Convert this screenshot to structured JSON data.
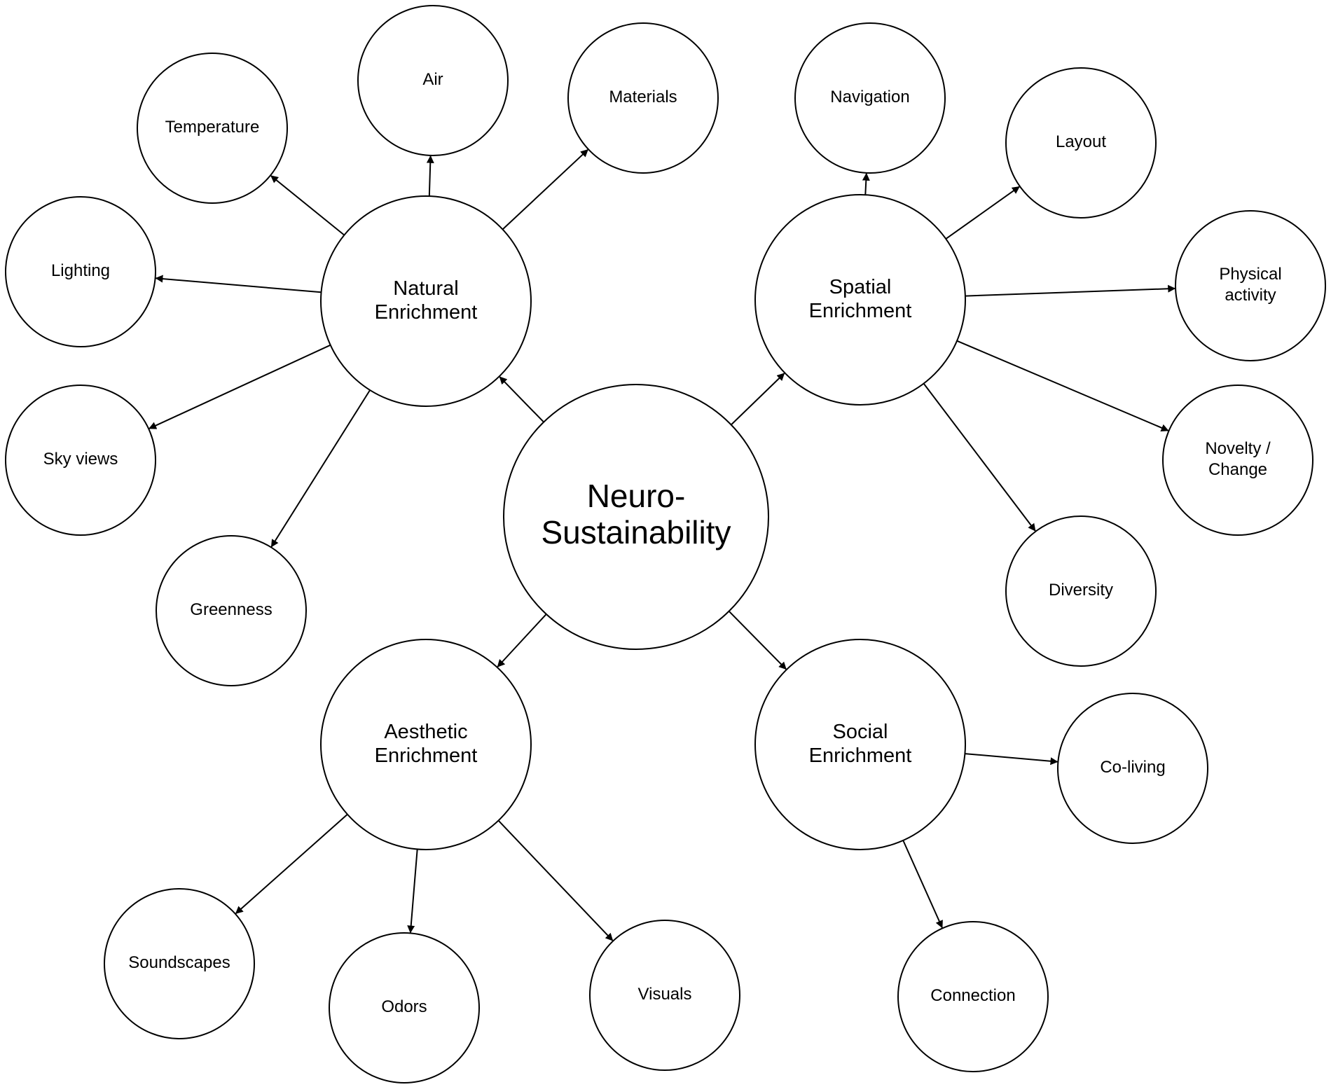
{
  "center": {
    "lines": [
      "Neuro-",
      "Sustainability"
    ]
  },
  "hubs": [
    {
      "id": "natural",
      "lines": [
        "Natural",
        "Enrichment"
      ]
    },
    {
      "id": "spatial",
      "lines": [
        "Spatial",
        "Enrichment"
      ]
    },
    {
      "id": "aesthetic",
      "lines": [
        "Aesthetic",
        "Enrichment"
      ]
    },
    {
      "id": "social",
      "lines": [
        "Social",
        "Enrichment"
      ]
    }
  ],
  "leaves": [
    {
      "id": "temperature",
      "hub": "natural",
      "lines": [
        "Temperature"
      ]
    },
    {
      "id": "air",
      "hub": "natural",
      "lines": [
        "Air"
      ]
    },
    {
      "id": "materials",
      "hub": "natural",
      "lines": [
        "Materials"
      ]
    },
    {
      "id": "lighting",
      "hub": "natural",
      "lines": [
        "Lighting"
      ]
    },
    {
      "id": "sky-views",
      "hub": "natural",
      "lines": [
        "Sky views"
      ]
    },
    {
      "id": "greenness",
      "hub": "natural",
      "lines": [
        "Greenness"
      ]
    },
    {
      "id": "navigation",
      "hub": "spatial",
      "lines": [
        "Navigation"
      ]
    },
    {
      "id": "layout",
      "hub": "spatial",
      "lines": [
        "Layout"
      ]
    },
    {
      "id": "physical-activity",
      "hub": "spatial",
      "lines": [
        "Physical",
        "activity"
      ]
    },
    {
      "id": "novelty-change",
      "hub": "spatial",
      "lines": [
        "Novelty /",
        "Change"
      ]
    },
    {
      "id": "diversity",
      "hub": "spatial",
      "lines": [
        "Diversity"
      ]
    },
    {
      "id": "soundscapes",
      "hub": "aesthetic",
      "lines": [
        "Soundscapes"
      ]
    },
    {
      "id": "odors",
      "hub": "aesthetic",
      "lines": [
        "Odors"
      ]
    },
    {
      "id": "visuals",
      "hub": "aesthetic",
      "lines": [
        "Visuals"
      ]
    },
    {
      "id": "co-living",
      "hub": "social",
      "lines": [
        "Co-living"
      ]
    },
    {
      "id": "connection",
      "hub": "social",
      "lines": [
        "Connection"
      ]
    }
  ]
}
